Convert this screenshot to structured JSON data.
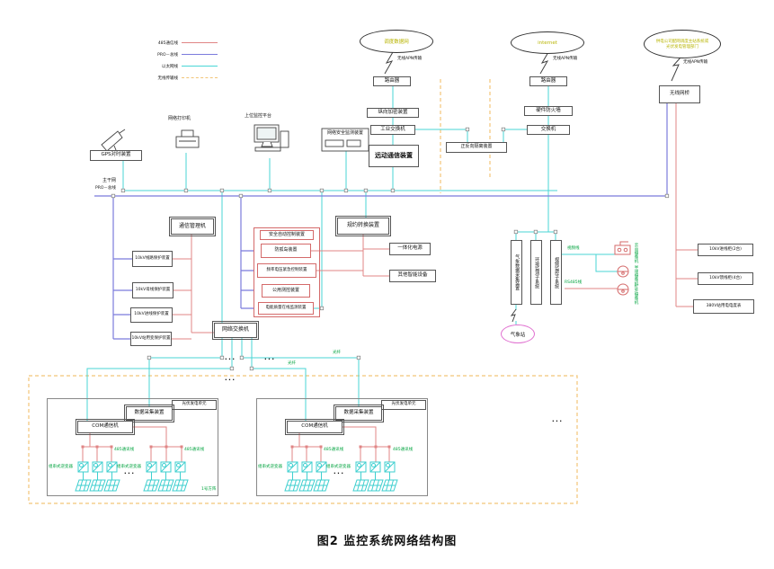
{
  "caption": "图2 监控系统网络结构图",
  "legend": {
    "items": [
      {
        "label": "485通信线",
        "color": "#e08585",
        "dashed": false
      },
      {
        "label": "PRO－总线",
        "color": "#7b7bdc",
        "dashed": false
      },
      {
        "label": "以太网线",
        "color": "#49d6d6",
        "dashed": false
      },
      {
        "label": "无线传输线",
        "color": "#f2c577",
        "dashed": true
      }
    ]
  },
  "wan": {
    "cloud1": "调度数据网",
    "cloud2": "internet",
    "cloud3_line1": "供电公司配网调度主站系统或",
    "cloud3_line2": "光伏发电管理部门",
    "apn": "无线APN传输",
    "router": "路由器",
    "bridge": "无线网桥"
  },
  "secure": {
    "encrypt": "纵向加密装置",
    "switch1": "工业交换机",
    "rtu": "远动通信装置",
    "firewall": "硬件防火墙",
    "switch2": "交换机",
    "isolation": "正反向隔离装置"
  },
  "lan": {
    "gps": "GPS对时装置",
    "printer": "网络打印机",
    "hmi": "上位监控平台",
    "monitor_dev": "网络安全监测装置",
    "bus_name": "主干网",
    "bus_type": "PRO－总线"
  },
  "comm": {
    "manager": "通信管理机",
    "protections": [
      "10kV线路保护装置",
      "10kV母线保护装置",
      "10kV进线保护装置",
      "10kV站用变保护装置"
    ]
  },
  "safety": {
    "title": "安全自动控制装置",
    "items": [
      "防孤岛装置",
      "频率电压紧急控制装置",
      "公用测控装置",
      "电能质量在线监测装置"
    ]
  },
  "protocol": {
    "converter": "规约转换装置",
    "power": "一体化电源",
    "others": "其他智能设备"
  },
  "subsystems": {
    "weather": "气象数据采集装置",
    "env": "环境监测子系统",
    "video": "视频监控子系统",
    "weather_station": "气象站",
    "video_line": "视频线",
    "rs485_line": "RS485线",
    "cameras": [
      "云台摄像机",
      "半球摄像机",
      "红外摄像机"
    ]
  },
  "metering": {
    "boxes": [
      "10kV进线柜(2台)",
      "10kV馈线柜(4台)",
      "380V站用电电度表"
    ]
  },
  "field": {
    "switch": "网络交换机",
    "fiber": "光纤",
    "dots": "···"
  },
  "pv": {
    "unit": "光伏发电单元",
    "daq": "数据采集装置",
    "com": "COM通信机",
    "bus": "485通讯线",
    "inverter": "组串式逆变器",
    "array1": "1号方阵"
  }
}
